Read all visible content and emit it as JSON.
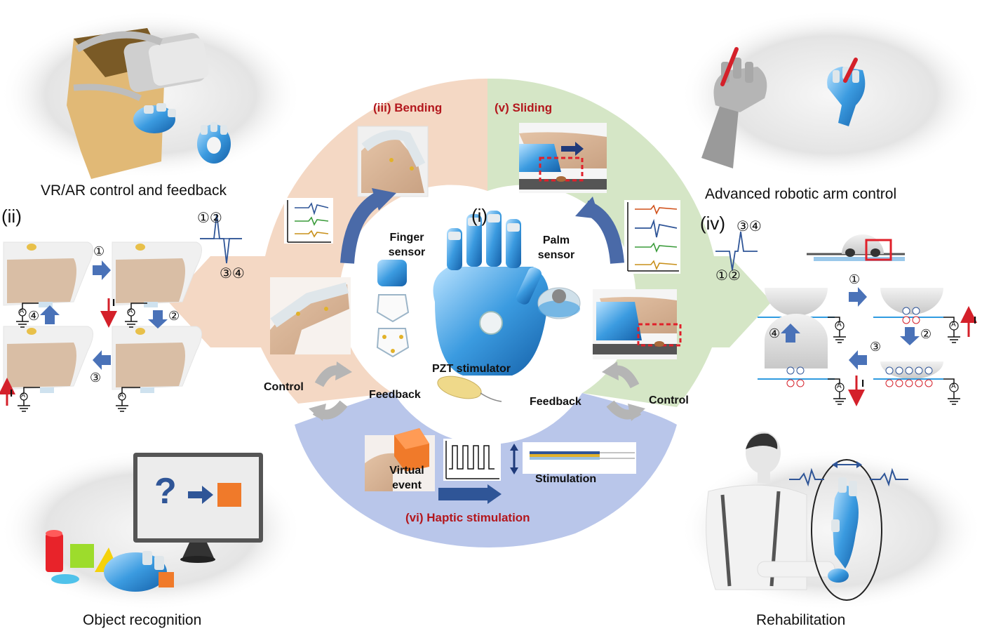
{
  "corners": {
    "top_left": "VR/AR control and feedback",
    "top_right": "Advanced robotic arm control",
    "bottom_left": "Object recognition",
    "bottom_right": "Rehabilitation"
  },
  "panels": {
    "i": "(i)",
    "ii": "(ii)",
    "iii": "(iii) Bending",
    "iv": "(iv)",
    "v": "(v) Sliding",
    "vi": "(vi) Haptic stimulation"
  },
  "center": {
    "finger_sensor": [
      "Finger",
      "sensor"
    ],
    "palm_sensor": [
      "Palm",
      "sensor"
    ],
    "pzt": "PZT stimulator"
  },
  "loop": {
    "control": "Control",
    "feedback": "Feedback"
  },
  "haptic": {
    "virtual_event": [
      "Virtual",
      "event"
    ],
    "stimulation": "Stimulation",
    "question": "?"
  },
  "steps": [
    "①",
    "②",
    "③",
    "④"
  ],
  "step_pairs": {
    "one_two": "①②",
    "three_four": "③④"
  },
  "current": "I",
  "ammeter": "A",
  "colors": {
    "bending_sector": "#f4d8c4",
    "sliding_sector": "#d5e6c6",
    "haptic_sector": "#b9c6ea",
    "arrow_blue": "#4a72b8",
    "current_red": "#d4202a",
    "device_blue": "#3b9be0",
    "title_red": "#b3171d"
  }
}
